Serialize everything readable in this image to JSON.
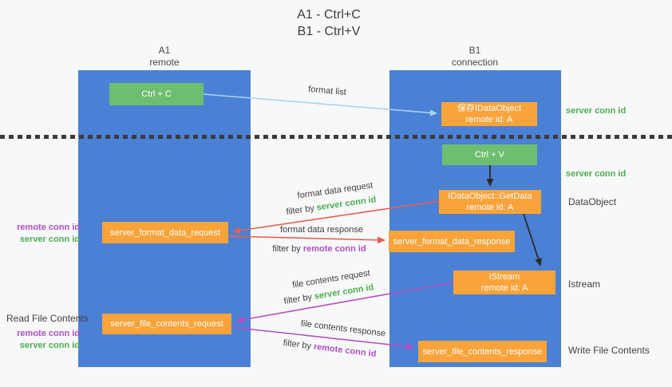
{
  "title": {
    "line1": "A1 - Ctrl+C",
    "line2": "B1 - Ctrl+V"
  },
  "columns": {
    "left": {
      "id": "A1",
      "role": "remote"
    },
    "right": {
      "id": "B1",
      "role": "connection"
    }
  },
  "boxes": {
    "ctrl_c": {
      "label": "Ctrl + C"
    },
    "ctrl_v": {
      "label": "Ctrl + V"
    },
    "save_idataobject": {
      "line1": "保存IDataObject",
      "line2": "remote id: A"
    },
    "getdata": {
      "line1": "IDataObject::GetData",
      "line2": "remote id: A"
    },
    "istream": {
      "line1": "IStream",
      "line2": "remote id: A"
    },
    "format_request": {
      "label": "server_format_data_request"
    },
    "format_response": {
      "label": "server_format_data_response"
    },
    "file_request": {
      "label": "server_file_contents_request"
    },
    "file_response": {
      "label": "server_file_contents_response"
    }
  },
  "arrow_labels": {
    "format_list": "format list",
    "format_data_request": "format data request",
    "format_data_response": "format data response",
    "file_contents_request": "file contents request",
    "file_contents_response": "file contents response",
    "filter_prefix": "filter by ",
    "server_conn_id": "server conn id",
    "remote_conn_id": "remote conn id"
  },
  "side_labels": {
    "right_server_conn_id_1": "server conn id",
    "right_server_conn_id_2": "server conn id",
    "dataobject": "DataObject",
    "istream": "Istream",
    "write_file_contents": "Write File Contents",
    "read_file_contents": "Read File Contents",
    "left_remote_conn_id_1": "remote conn id",
    "left_server_conn_id_1": "server conn id",
    "left_remote_conn_id_2": "remote conn id",
    "left_server_conn_id_2": "server conn id"
  },
  "colors": {
    "column_blue": "#4b81d4",
    "box_green": "#6ebe71",
    "box_orange": "#f9a33b",
    "arrow_red": "#e8604e",
    "arrow_purple": "#b44ec6",
    "arrow_lightblue": "#aad4f0",
    "arrow_black": "#2b2b2b",
    "text_green": "#4caf50",
    "text_purple": "#b14fc7"
  }
}
